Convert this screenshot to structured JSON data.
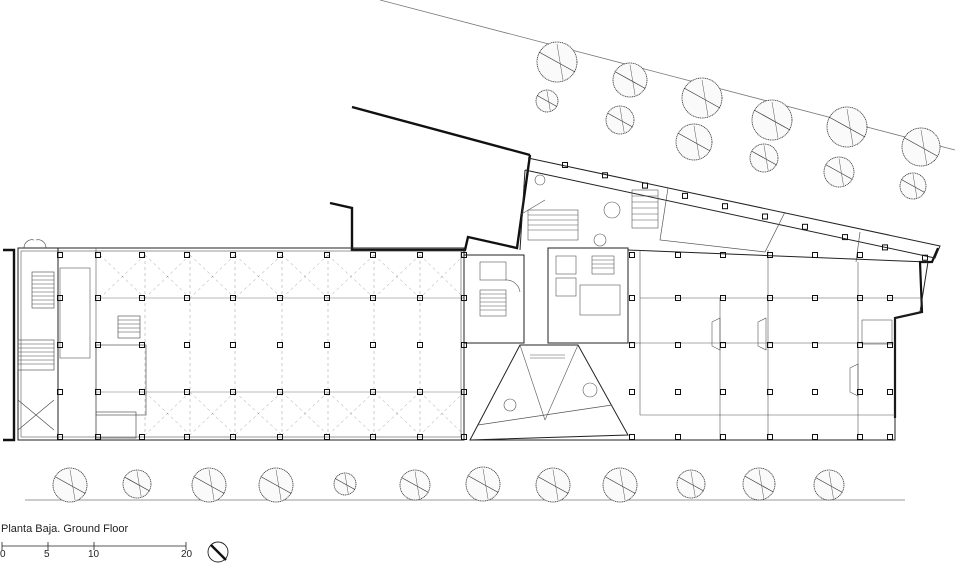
{
  "caption": "Planta Baja. Ground Floor",
  "scale": {
    "labels": [
      "0",
      "5",
      "10",
      "20"
    ]
  },
  "icons": {
    "north_arrow": "north-arrow-icon",
    "tree": "tree-icon",
    "column": "column-icon"
  },
  "colors": {
    "line": "#222222",
    "thin_line": "#555555",
    "dash": "#888888"
  }
}
